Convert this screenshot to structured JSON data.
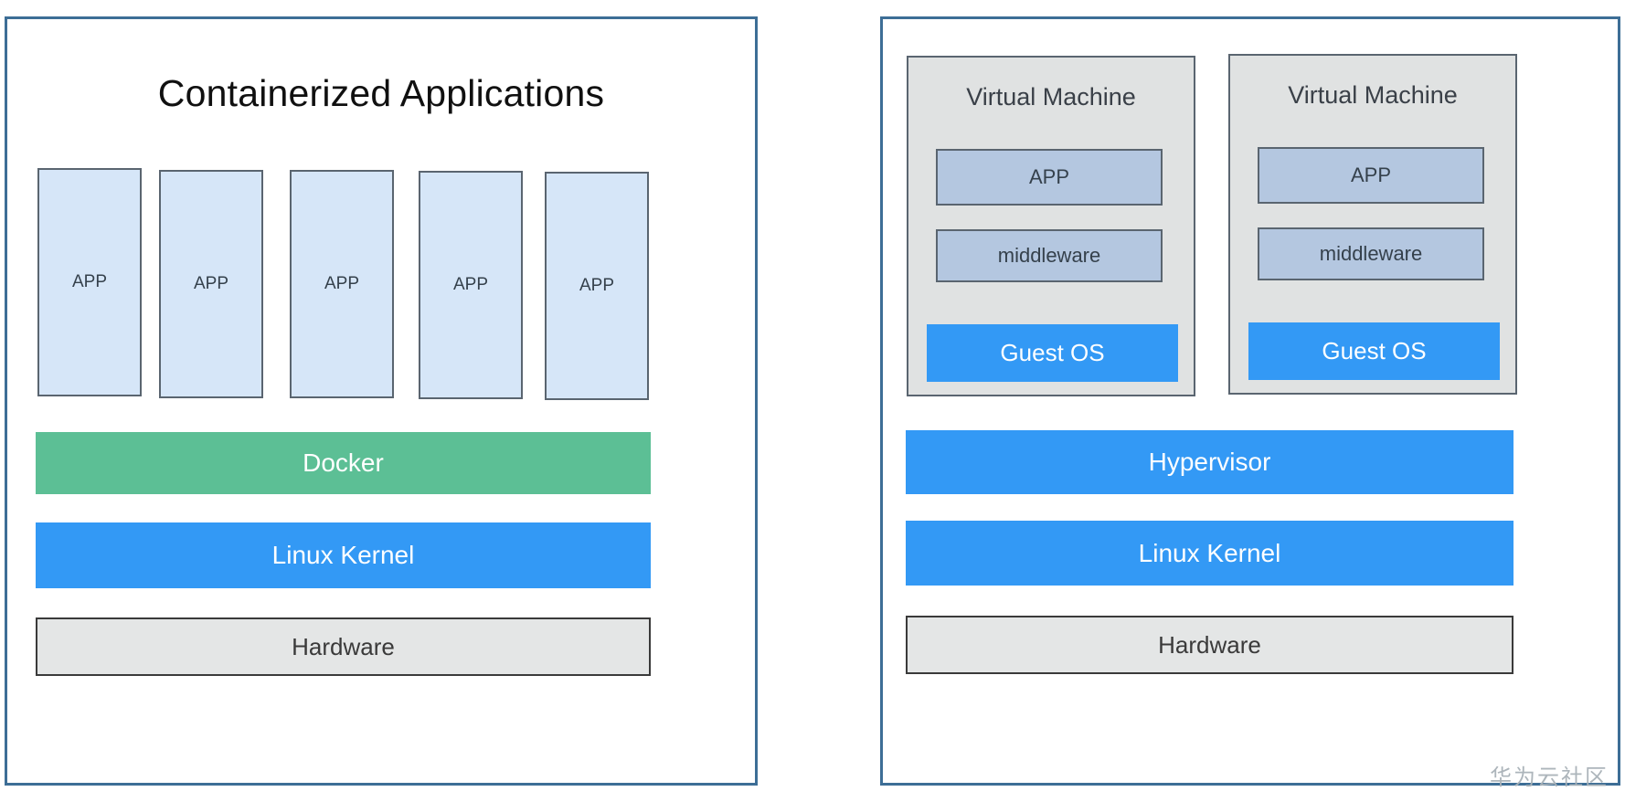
{
  "diagram": {
    "type": "architecture-comparison",
    "watermark": "华为云社区",
    "colors": {
      "panel_border": "#3d6e96",
      "app_fill": "#d6e6f8",
      "app_border": "#5a6570",
      "docker_green": "#5cbf95",
      "kernel_blue": "#3399f5",
      "hardware_gray": "#e4e6e6",
      "vm_fill": "#e0e2e2",
      "vm_inner_fill": "#b4c7e0"
    }
  },
  "container_panel": {
    "title": "Containerized Applications",
    "apps": [
      {
        "label": "APP"
      },
      {
        "label": "APP"
      },
      {
        "label": "APP"
      },
      {
        "label": "APP"
      },
      {
        "label": "APP"
      }
    ],
    "layers": [
      {
        "label": "Docker"
      },
      {
        "label": "Linux Kernel"
      },
      {
        "label": "Hardware"
      }
    ]
  },
  "vm_panel": {
    "virtual_machines": [
      {
        "title": "Virtual Machine",
        "app": "APP",
        "middleware": "middleware",
        "guest_os": "Guest OS"
      },
      {
        "title": "Virtual Machine",
        "app": "APP",
        "middleware": "middleware",
        "guest_os": "Guest OS"
      }
    ],
    "layers": [
      {
        "label": "Hypervisor"
      },
      {
        "label": "Linux Kernel"
      },
      {
        "label": "Hardware"
      }
    ]
  }
}
